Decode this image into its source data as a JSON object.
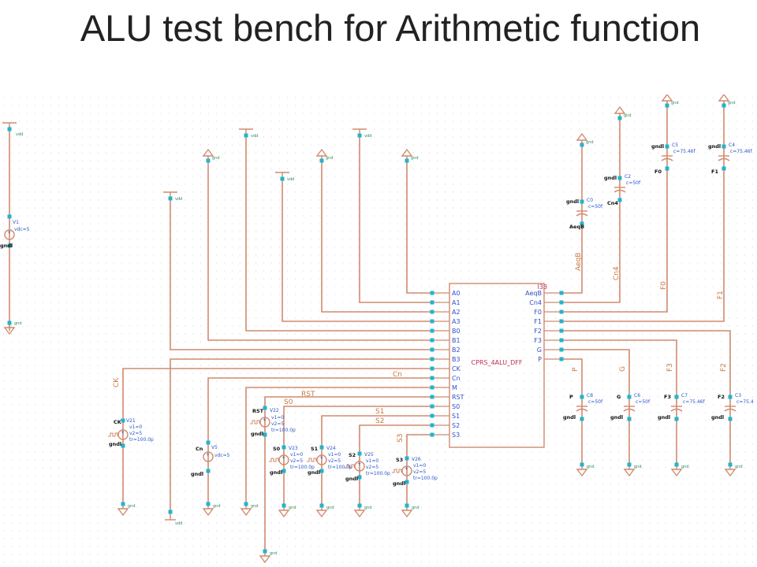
{
  "slide": {
    "title": "ALU test bench for Arithmetic function"
  },
  "schematic": {
    "block": {
      "name": "CPRS_4ALU_DFF",
      "instance": "I33",
      "left_pins": [
        "A0",
        "A1",
        "A2",
        "A3",
        "B0",
        "B1",
        "B2",
        "B3",
        "CK",
        "Cn",
        "M",
        "RST",
        "S0",
        "S1",
        "S2",
        "S3"
      ],
      "right_pins": [
        "AeqB",
        "Cn4",
        "F0",
        "F1",
        "F2",
        "F3",
        "G",
        "P"
      ]
    },
    "net_labels": [
      "AeqB",
      "Cn4",
      "F0",
      "F1",
      "F2",
      "F3",
      "CK",
      "Cn",
      "RST",
      "S0",
      "S1",
      "S2",
      "S3",
      "P",
      "G"
    ],
    "vdd_label": "vdd",
    "gnd_label": "gnd",
    "gndl_label": "gndl",
    "vdc_supply": {
      "inst": "V1",
      "param": "vdc=5"
    },
    "vdc_cn": {
      "inst": "V5",
      "param": "vdc=5"
    },
    "pulse_sources": [
      {
        "pin": "CK",
        "inst": "V21",
        "params": [
          "v1=0",
          "v2=5",
          "tr=100.0p"
        ]
      },
      {
        "pin": "RST",
        "inst": "V22",
        "params": [
          "v1=0",
          "v2=5",
          "tr=100.0p"
        ]
      },
      {
        "pin": "S0",
        "inst": "V23",
        "params": [
          "v1=0",
          "v2=5",
          "tr=100.0p"
        ]
      },
      {
        "pin": "S1",
        "inst": "V24",
        "params": [
          "v1=0",
          "v2=5",
          "tr=100.0p"
        ]
      },
      {
        "pin": "S2",
        "inst": "V25",
        "params": [
          "v1=0",
          "v2=5",
          "tr=100.0p"
        ]
      },
      {
        "pin": "S3",
        "inst": "V26",
        "params": [
          "v1=0",
          "v2=5",
          "tr=100.0p"
        ]
      }
    ],
    "top_caps": [
      {
        "net": "AeqB",
        "inst": "C0",
        "param": "c=50f"
      },
      {
        "net": "Cn4",
        "inst": "C2",
        "param": "c=50f"
      },
      {
        "net": "F0",
        "inst": "C5",
        "param": "c=75.46f"
      },
      {
        "net": "F1",
        "inst": "C4",
        "param": "c=75.46f"
      }
    ],
    "bottom_caps": [
      {
        "net": "P",
        "inst": "C8",
        "param": "c=50f"
      },
      {
        "net": "G",
        "inst": "C6",
        "param": "c=50f"
      },
      {
        "net": "F3",
        "inst": "C7",
        "param": "c=75.46f"
      },
      {
        "net": "F2",
        "inst": "C3",
        "param": "c=75.4"
      }
    ]
  }
}
